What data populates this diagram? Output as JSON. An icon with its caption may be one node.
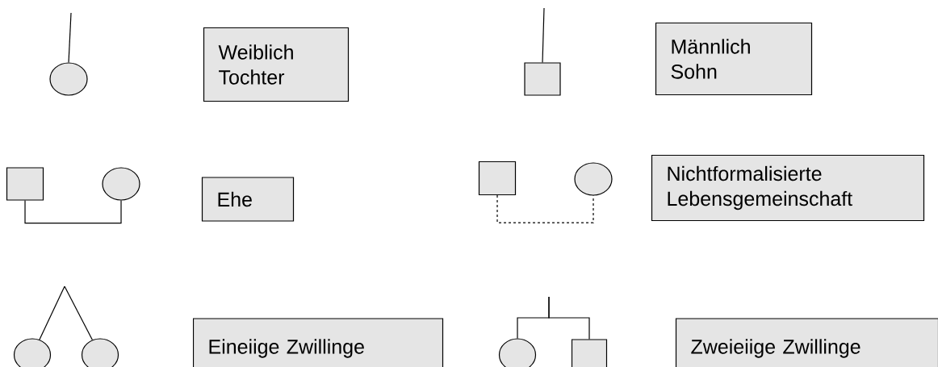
{
  "diagram": {
    "nodes": [
      {
        "text": [],
        "shape": "circle"
      },
      {
        "text": [
          "Weiblich",
          "Tochter"
        ]
      },
      {
        "text": [],
        "shape": "box"
      },
      {
        "text": [
          "Männlich",
          "Sohn"
        ]
      },
      {
        "text": [],
        "shape": "box"
      },
      {
        "text": [],
        "shape": "circle"
      },
      {
        "text": [
          "Ehe"
        ]
      },
      {
        "text": [],
        "shape": "box"
      },
      {
        "text": [],
        "shape": "circle"
      },
      {
        "text": [
          "Nichtformalisierte Lebensgemeinschaft"
        ]
      },
      {
        "text": [],
        "shape": "circle"
      },
      {
        "text": [],
        "shape": "circle"
      },
      {
        "text": [
          "Eineiige Zwillinge"
        ]
      },
      {
        "text": [],
        "shape": "circle"
      },
      {
        "text": [],
        "shape": "box"
      },
      {
        "text": [
          "Zweieiige Zwillinge"
        ]
      }
    ],
    "edges": [
      {
        "from": null,
        "to": 0,
        "arrow": "none"
      },
      {
        "from": null,
        "to": 2,
        "arrow": "none"
      },
      {
        "from": 4,
        "to": 5,
        "arrow": "none"
      },
      {
        "from": 7,
        "to": 8,
        "arrow": "none",
        "style": "dashed"
      },
      {
        "from": null,
        "to": 10,
        "arrow": "none"
      },
      {
        "from": null,
        "to": 11,
        "arrow": "none"
      },
      {
        "from": null,
        "to": 13,
        "arrow": "none"
      },
      {
        "from": null,
        "to": 14,
        "arrow": "none"
      }
    ]
  }
}
